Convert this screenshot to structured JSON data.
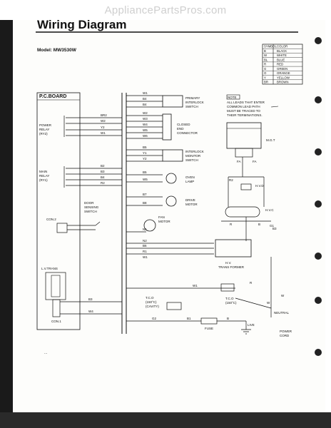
{
  "watermark": "AppliancePartsPros.com",
  "title": "Wiring Diagram",
  "model": "Model: MW3530W",
  "color_table": {
    "header": [
      "SYMBOL",
      "COLOR"
    ],
    "rows": [
      [
        "B",
        "BLACK"
      ],
      [
        "W",
        "WHITE"
      ],
      [
        "BL",
        "BLUE"
      ],
      [
        "R",
        "RED"
      ],
      [
        "G",
        "GREEN"
      ],
      [
        "O",
        "ORANGE"
      ],
      [
        "Y",
        "YELLOW"
      ],
      [
        "BR",
        "BROWN"
      ]
    ]
  },
  "note": {
    "label": "NOTE",
    "lines": [
      "ALL LEADS THAT ENTER",
      "COMMON LEAD PATH",
      "MUST BE TRACED TO",
      "THEIR TERMINATIONS."
    ]
  },
  "pc_board": "P.C.BOARD",
  "power_relay": [
    "POWER",
    "RELAY",
    "(RY2)"
  ],
  "main_relay": [
    "MAIN",
    "RELAY",
    "(RY1)"
  ],
  "door_sensing": [
    "DOOR",
    "SENSING",
    "SWITCH"
  ],
  "con2": "CON.2",
  "lv_trans": "L.V.TRANS",
  "con1": "CON.1",
  "wire_labels_left": [
    "BR2",
    "W2",
    "Y2",
    "W1",
    "B2",
    "B3",
    "B4",
    "R2",
    "B3",
    "W4"
  ],
  "wire_labels_mid": [
    "W1",
    "B4",
    "B4",
    "W2",
    "W3",
    "W4",
    "W5",
    "W6",
    "B5",
    "Y1",
    "Y2",
    "B5",
    "W5",
    "B7",
    "B8",
    "N1",
    "N2",
    "B6",
    "R1",
    "W1"
  ],
  "components": {
    "primary_interlock": [
      "PRIMARY",
      "INTERLOCK",
      "SWITCH"
    ],
    "closed_end": [
      "CLOSED",
      "END",
      "CONNECTOR"
    ],
    "interlock_monitor": [
      "INTERLOCK",
      "MONITOR",
      "SWITCH"
    ],
    "oven_lamp": [
      "OVEN",
      "LAMP"
    ],
    "drive_motor": [
      "DRIVE",
      "MOTOR"
    ],
    "fan_motor": [
      "FAN",
      "MOTOR"
    ],
    "mgt": "M.G.T",
    "hvd": "H.V.D",
    "hvc": "H.V.C",
    "hv_transformer": [
      "H.V.",
      "TRANS FORMER"
    ],
    "tco_cavity": [
      "T.C.O",
      "(150°C)",
      "(CAVITY)"
    ],
    "tco_right": [
      "T.C.O",
      "(150°C)"
    ],
    "fuse": "FUSE",
    "neutral": "NEUTRAL",
    "live": "LIVE",
    "power_cord": [
      "POWER",
      "CORD"
    ]
  },
  "misc_labels": [
    "FA",
    "FA",
    "R2",
    "R",
    "B",
    "G1",
    "W1",
    "W",
    "G2",
    "B1",
    "B",
    "W",
    "R",
    "B3"
  ],
  "footer_mark": "..."
}
